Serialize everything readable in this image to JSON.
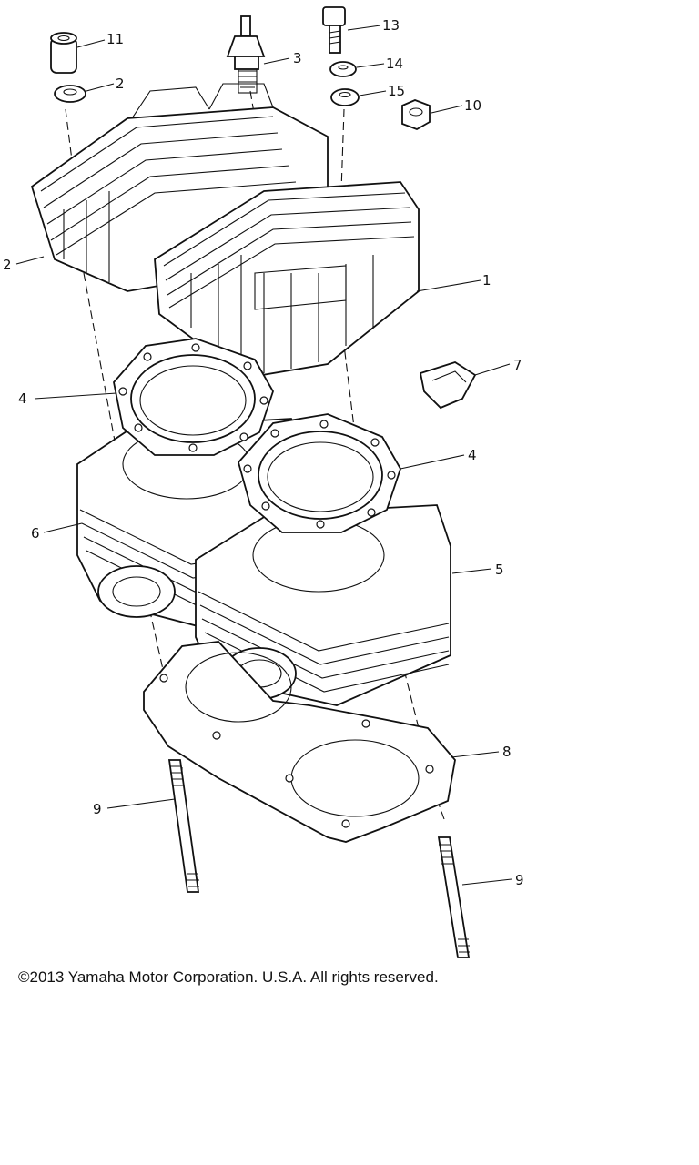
{
  "callouts": [
    {
      "id": "c11",
      "text": "11"
    },
    {
      "id": "c2a",
      "text": "2"
    },
    {
      "id": "c3",
      "text": "3"
    },
    {
      "id": "c13",
      "text": "13"
    },
    {
      "id": "c14",
      "text": "14"
    },
    {
      "id": "c15",
      "text": "15"
    },
    {
      "id": "c10",
      "text": "10"
    },
    {
      "id": "c2b",
      "text": "2"
    },
    {
      "id": "c1",
      "text": "1"
    },
    {
      "id": "c7",
      "text": "7"
    },
    {
      "id": "c4a",
      "text": "4"
    },
    {
      "id": "c4b",
      "text": "4"
    },
    {
      "id": "c6",
      "text": "6"
    },
    {
      "id": "c5",
      "text": "5"
    },
    {
      "id": "c8",
      "text": "8"
    },
    {
      "id": "c9a",
      "text": "9"
    },
    {
      "id": "c9b",
      "text": "9"
    }
  ],
  "copyright": "©2013 Yamaha Motor Corporation. U.S.A. All rights reserved."
}
